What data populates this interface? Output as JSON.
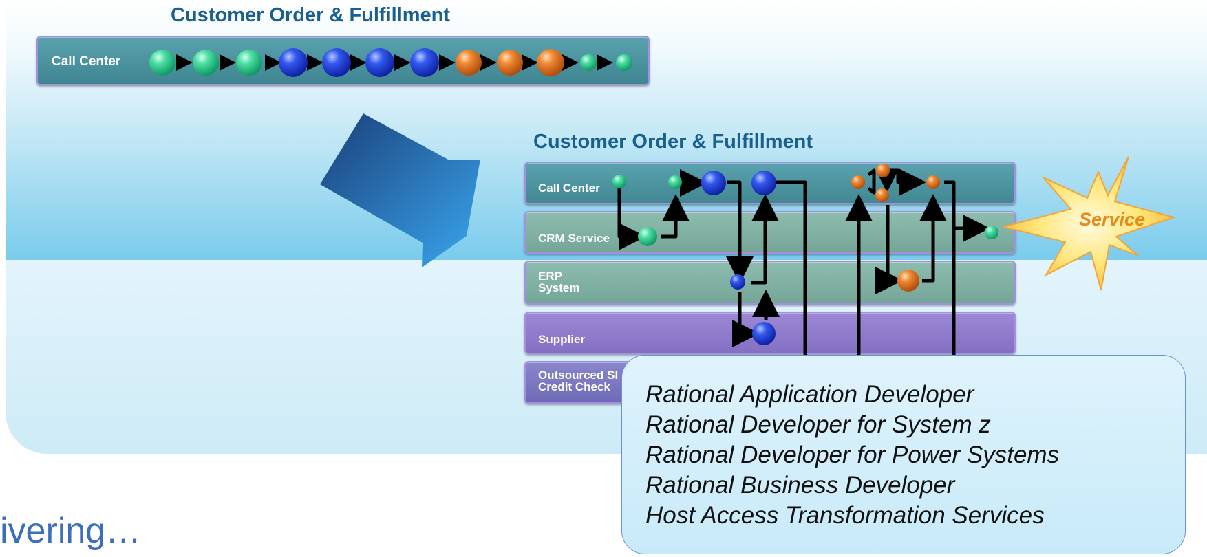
{
  "top_diagram": {
    "title": "Customer Order & Fulfillment",
    "lane_label": "Call Center",
    "steps": [
      {
        "color": "green"
      },
      {
        "color": "green"
      },
      {
        "color": "green"
      },
      {
        "color": "blue"
      },
      {
        "color": "blue"
      },
      {
        "color": "blue"
      },
      {
        "color": "blue"
      },
      {
        "color": "orange"
      },
      {
        "color": "orange"
      },
      {
        "color": "orange"
      },
      {
        "color": "green"
      },
      {
        "color": "green"
      }
    ]
  },
  "bottom_diagram": {
    "title": "Customer Order & Fulfillment",
    "lanes": [
      {
        "label": "Call Center",
        "color": "#4e94a0"
      },
      {
        "label": "CRM Service",
        "color": "#7fb0a3"
      },
      {
        "label": "ERP\nSystem",
        "color": "#7fb0a3"
      },
      {
        "label": "Supplier",
        "color": "#8e7acb"
      },
      {
        "label": "Outsourced SI\nCredit Check",
        "color": "#7c77c0"
      }
    ]
  },
  "service_badge": {
    "label": "Service"
  },
  "tools": [
    "Rational Application Developer",
    "Rational Developer for System z",
    "Rational Developer for Power Systems",
    "Rational Business Developer",
    "Host Access Transformation Services"
  ],
  "footer_text": "ivering…",
  "colors": {
    "title": "#1a5f8d",
    "green": "#22c98a",
    "blue": "#1f44d8",
    "orange": "#e7731f",
    "lane_top": "#4e94a0",
    "footer": "#3b6fbd"
  }
}
